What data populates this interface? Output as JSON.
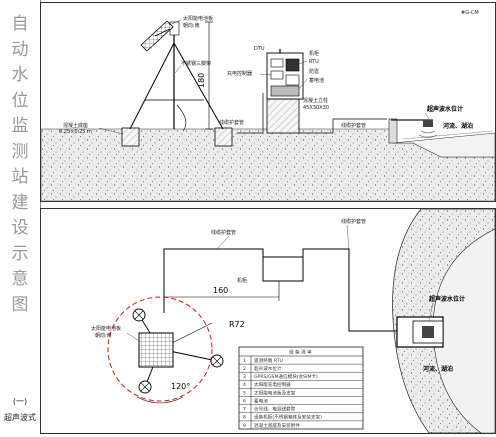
{
  "sidebar": {
    "title_chars": [
      "自",
      "动",
      "水",
      "位",
      "监",
      "测",
      "站",
      "建",
      "设",
      "示",
      "意",
      "图"
    ],
    "subtitle_number": "(一)",
    "subtitle_text": "超声波式"
  },
  "top_view": {
    "corner_mark": "#G-CM",
    "labels": {
      "solar_panel": "太阳能电池板",
      "solar_tilt": "朝向:南",
      "steel_bracket": "不锈钢三脚架",
      "concrete_base": "混凝土底座",
      "concrete_base_size": "0.25×0.25 m",
      "charge_ctrl": "充电控制器",
      "dtu": "DTU",
      "rtu": "RTU",
      "box": "机柜",
      "battery": "蓄电池",
      "lightning": "防雷",
      "concrete_pillar": "混凝土立柱",
      "pillar_size": "45X30X30",
      "cable_pipe_left": "线缆护套管",
      "cable_pipe_right": "线缆护套管",
      "sensor": "超声波水位计",
      "water": "河流、湖泊",
      "height_dim": "180"
    }
  },
  "plan_view": {
    "labels": {
      "cable_pipe_top": "线缆护套管",
      "cable_pipe_right": "线缆护套管",
      "box": "机柜",
      "dim_160": "160",
      "radius": "R72",
      "angle": "120°",
      "solar_panel": "太阳能电池板",
      "solar_tilt": "朝向:南",
      "sensor": "超声波水位计",
      "water": "河流、湖泊"
    },
    "table": {
      "title": "设 备 清 单",
      "rows": [
        {
          "no": "1",
          "text": "遥测终端 RTU"
        },
        {
          "no": "2",
          "text": "超声波水位计"
        },
        {
          "no": "3",
          "text": "GPRS/GSM通信模块(含SIM卡)"
        },
        {
          "no": "4",
          "text": "太阳能充电控制器"
        },
        {
          "no": "5",
          "text": "太阳能电池板及支架"
        },
        {
          "no": "6",
          "text": "蓄电池"
        },
        {
          "no": "7",
          "text": "信号线、电源线套管"
        },
        {
          "no": "8",
          "text": "设备机柜(不锈钢箱体及安装支架)"
        },
        {
          "no": "9",
          "text": "混凝土基座及安装附件"
        }
      ]
    }
  },
  "colors": {
    "line": "#000000",
    "ground_fill": "#e9e9e9",
    "water_fill": "#f2f2f2",
    "dashed_circle": "#dd1111",
    "muted_text": "#999999"
  }
}
